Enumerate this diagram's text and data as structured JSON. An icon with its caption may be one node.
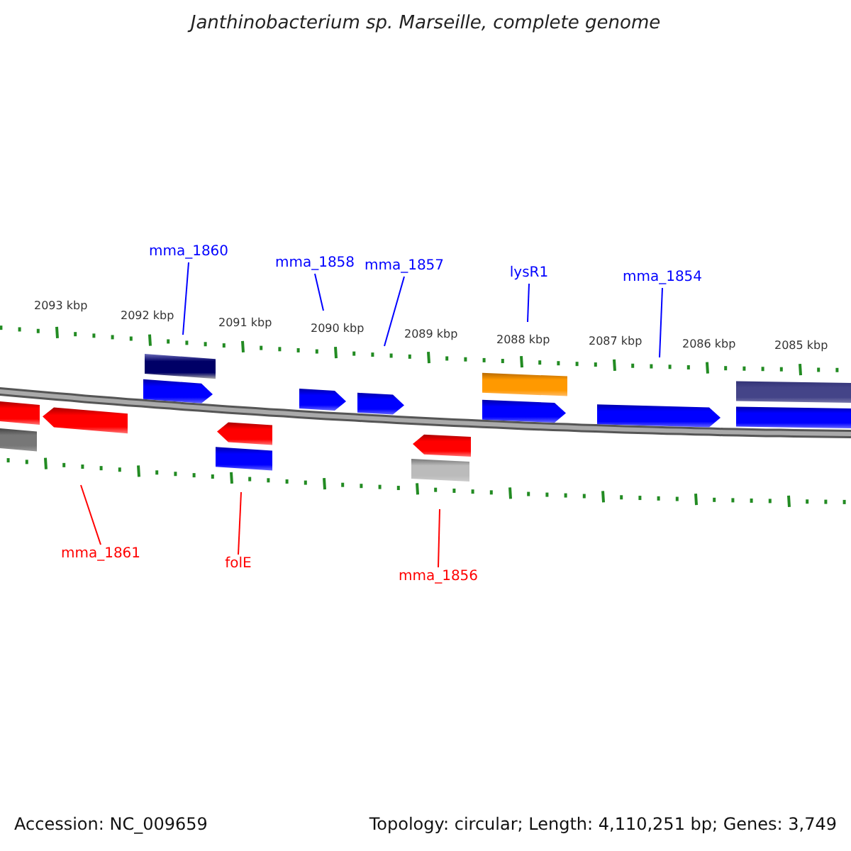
{
  "diagram": {
    "title": "Janthinobacterium sp. Marseille, complete genome",
    "nodes": [
      {
        "text": [
          "mma_1860"
        ]
      },
      {
        "text": [
          "mma_1858"
        ]
      },
      {
        "text": [
          "mma_1857"
        ]
      },
      {
        "text": [
          "lysR1"
        ]
      },
      {
        "text": [
          "mma_1854"
        ]
      },
      {
        "text": [
          "mma_1861"
        ]
      },
      {
        "text": [
          "folE"
        ]
      },
      {
        "text": [
          "mma_1856"
        ]
      }
    ],
    "edges": [
      {
        "from": 0,
        "to": null,
        "arrow": "none"
      },
      {
        "from": 1,
        "to": null,
        "arrow": "none"
      },
      {
        "from": 2,
        "to": null,
        "arrow": "none"
      },
      {
        "from": 3,
        "to": null,
        "arrow": "none"
      },
      {
        "from": 4,
        "to": null,
        "arrow": "none"
      },
      {
        "from": 5,
        "to": null,
        "arrow": "none",
        "color": "#ff0000"
      },
      {
        "from": 6,
        "to": null,
        "arrow": "none",
        "color": "#ff0000"
      },
      {
        "from": 7,
        "to": null,
        "arrow": "none",
        "color": "#ff0000"
      }
    ],
    "labels": [
      "2093 kbp",
      "2092 kbp",
      "2091 kbp",
      "2090 kbp",
      "2089 kbp",
      "2088 kbp",
      "2087 kbp",
      "2086 kbp",
      "2085 kbp",
      "Accession: NC_009659",
      "Topology: circular; Length: 4,110,251 bp; Genes: 3,749"
    ]
  }
}
